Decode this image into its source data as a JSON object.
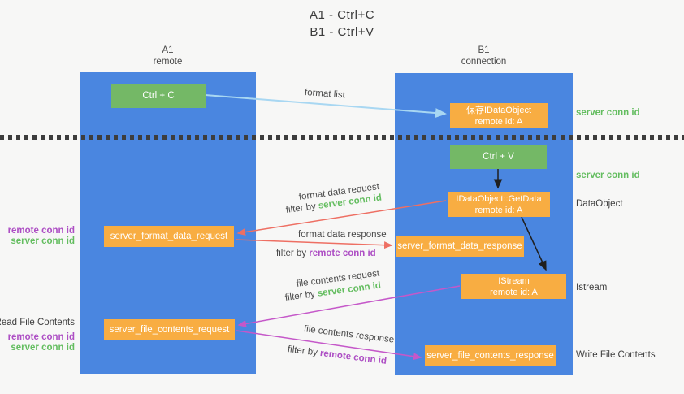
{
  "title": {
    "line1": "A1 - Ctrl+C",
    "line2": "B1 - Ctrl+V"
  },
  "columns": {
    "left": {
      "id": "A1",
      "name": "remote"
    },
    "right": {
      "id": "B1",
      "name": "connection"
    }
  },
  "boxes": {
    "ctrl_c": "Ctrl + C",
    "ctrl_v": "Ctrl + V",
    "save_idataobject": {
      "line1": "保存IDataObject",
      "line2": "remote id: A"
    },
    "getdata": {
      "line1": "IDataObject::GetData",
      "line2": "remote id: A"
    },
    "istream": {
      "line1": "IStream",
      "line2": "remote id: A"
    },
    "format_request": "server_format_data_request",
    "format_response": "server_format_data_response",
    "file_request": "server_file_contents_request",
    "file_response": "server_file_contents_response"
  },
  "side_labels": {
    "right": {
      "server_conn_id_1": "server conn id",
      "server_conn_id_2": "server conn id",
      "dataobject": "DataObject",
      "istream": "Istream",
      "write_file_contents": "Write File Contents"
    },
    "left": {
      "remote_conn_id_1": "remote conn id",
      "server_conn_id_1": "server conn id",
      "read_file_contents": "Read File Contents",
      "remote_conn_id_2": "remote conn id",
      "server_conn_id_2": "server conn id"
    }
  },
  "arrow_labels": {
    "format_list": "format list",
    "format_data_request": "format data request",
    "format_data_response": "format data response",
    "file_contents_request": "file contents request",
    "file_contents_response": "file contents response",
    "filter_by": "filter by",
    "filter_req1_value": "server conn id",
    "filter_res1_value": "remote conn id",
    "filter_req2_value": "server conn id",
    "filter_res2_value": "remote conn id"
  },
  "colors": {
    "column_blue": "#4a86e0",
    "box_green": "#74b866",
    "box_orange": "#f8ad42",
    "arrow_light_blue": "#a8d7f2",
    "arrow_red": "#ee6f63",
    "arrow_magenta": "#c558c9",
    "arrow_black": "#1f1f1f",
    "server_conn_green": "#63bd5f",
    "remote_conn_purple": "#ad4ec4"
  }
}
